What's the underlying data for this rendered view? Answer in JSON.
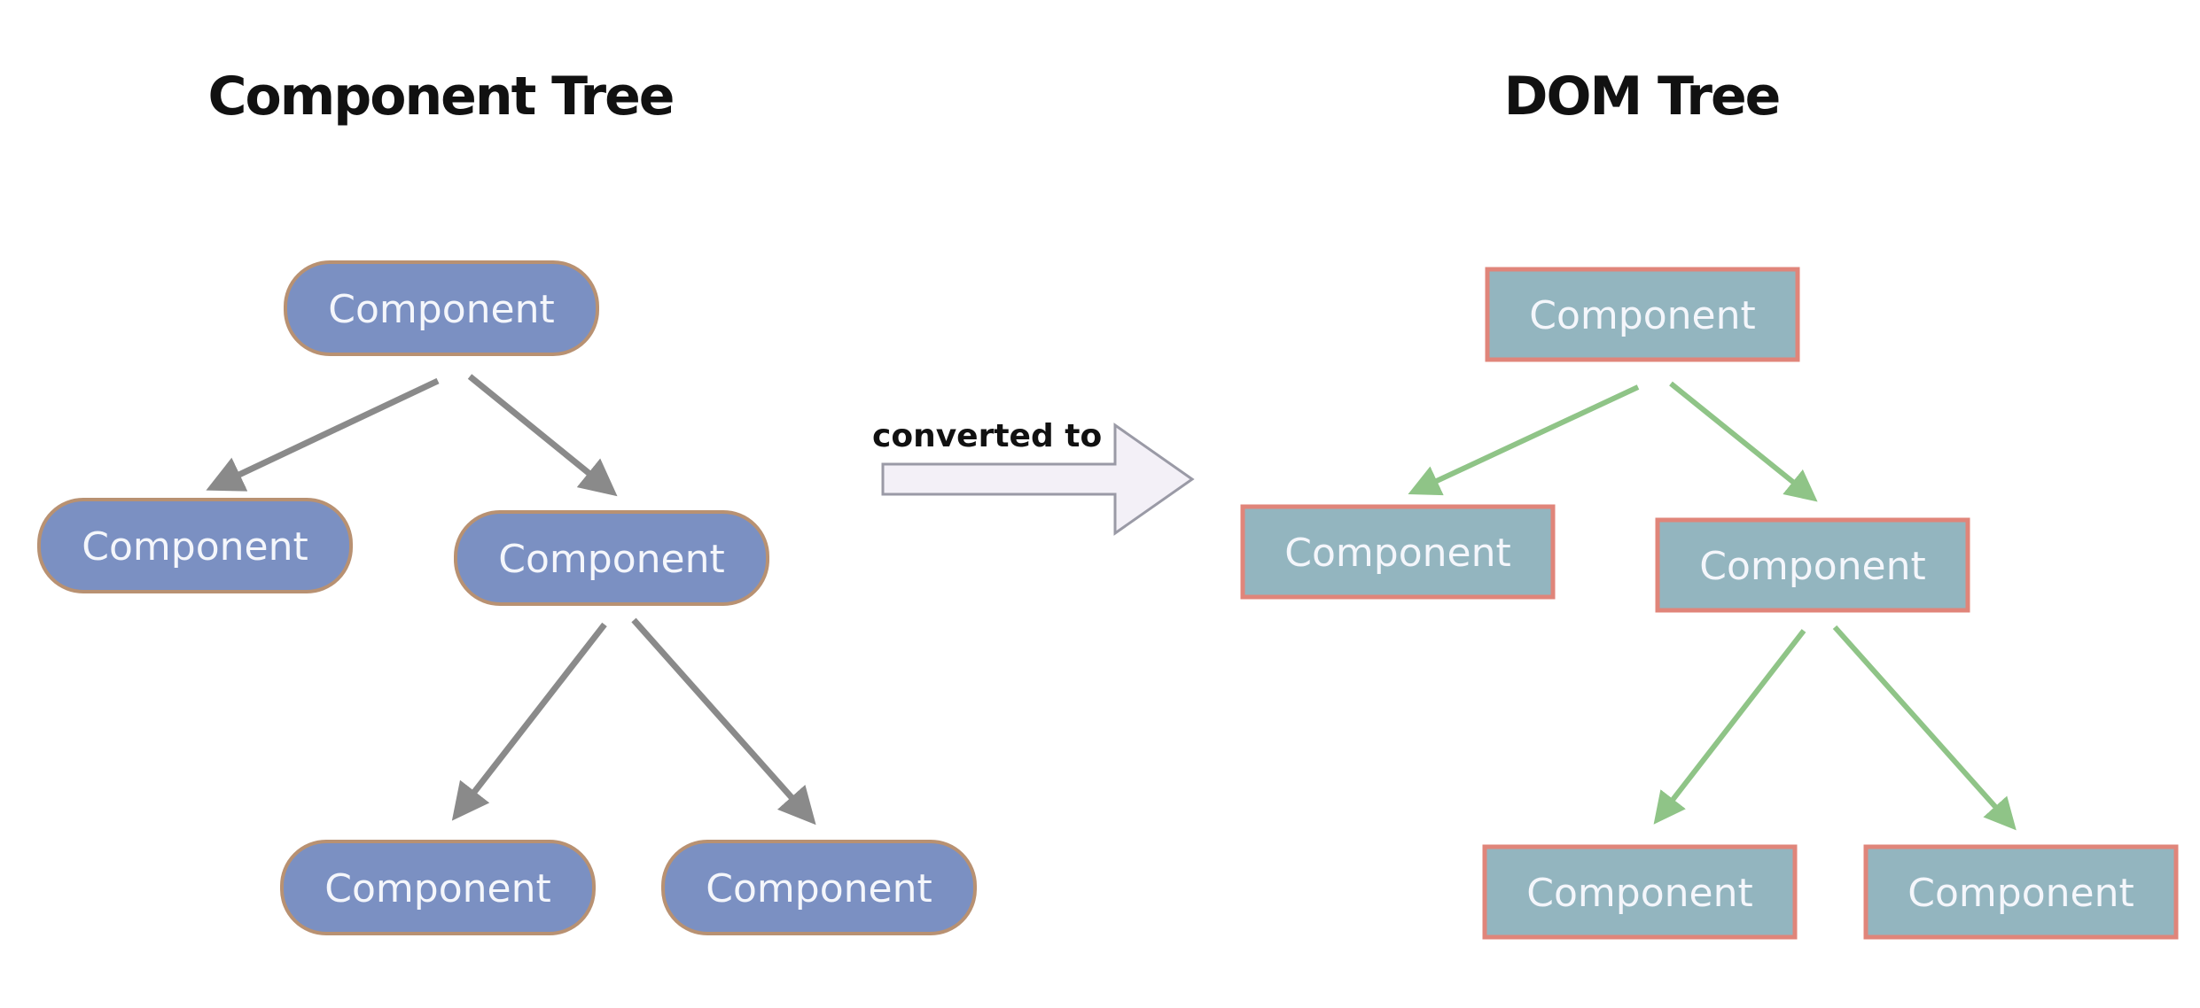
{
  "component_tree": {
    "title": "Component Tree",
    "nodes": [
      {
        "id": "c1",
        "label": "Component"
      },
      {
        "id": "c2",
        "label": "Component"
      },
      {
        "id": "c3",
        "label": "Component"
      },
      {
        "id": "c4",
        "label": "Component"
      },
      {
        "id": "c5",
        "label": "Component"
      }
    ],
    "edges": [
      [
        "c1",
        "c2"
      ],
      [
        "c1",
        "c3"
      ],
      [
        "c3",
        "c4"
      ],
      [
        "c3",
        "c5"
      ]
    ]
  },
  "dom_tree": {
    "title": "DOM Tree",
    "nodes": [
      {
        "id": "d1",
        "label": "Component"
      },
      {
        "id": "d2",
        "label": "Component"
      },
      {
        "id": "d3",
        "label": "Component"
      },
      {
        "id": "d4",
        "label": "Component"
      },
      {
        "id": "d5",
        "label": "Component"
      }
    ],
    "edges": [
      [
        "d1",
        "d2"
      ],
      [
        "d1",
        "d3"
      ],
      [
        "d3",
        "d4"
      ],
      [
        "d3",
        "d5"
      ]
    ]
  },
  "conversion": {
    "label": "converted to"
  },
  "colors": {
    "component_fill": "#7b90c2",
    "component_border": "#b89172",
    "component_edge": "#8a8a8a",
    "dom_fill": "#93b5bf",
    "dom_border": "#e0857a",
    "dom_edge": "#8fc487",
    "conversion_arrow_fill": "#f3f0f7",
    "conversion_arrow_stroke": "#9a9aa6"
  }
}
